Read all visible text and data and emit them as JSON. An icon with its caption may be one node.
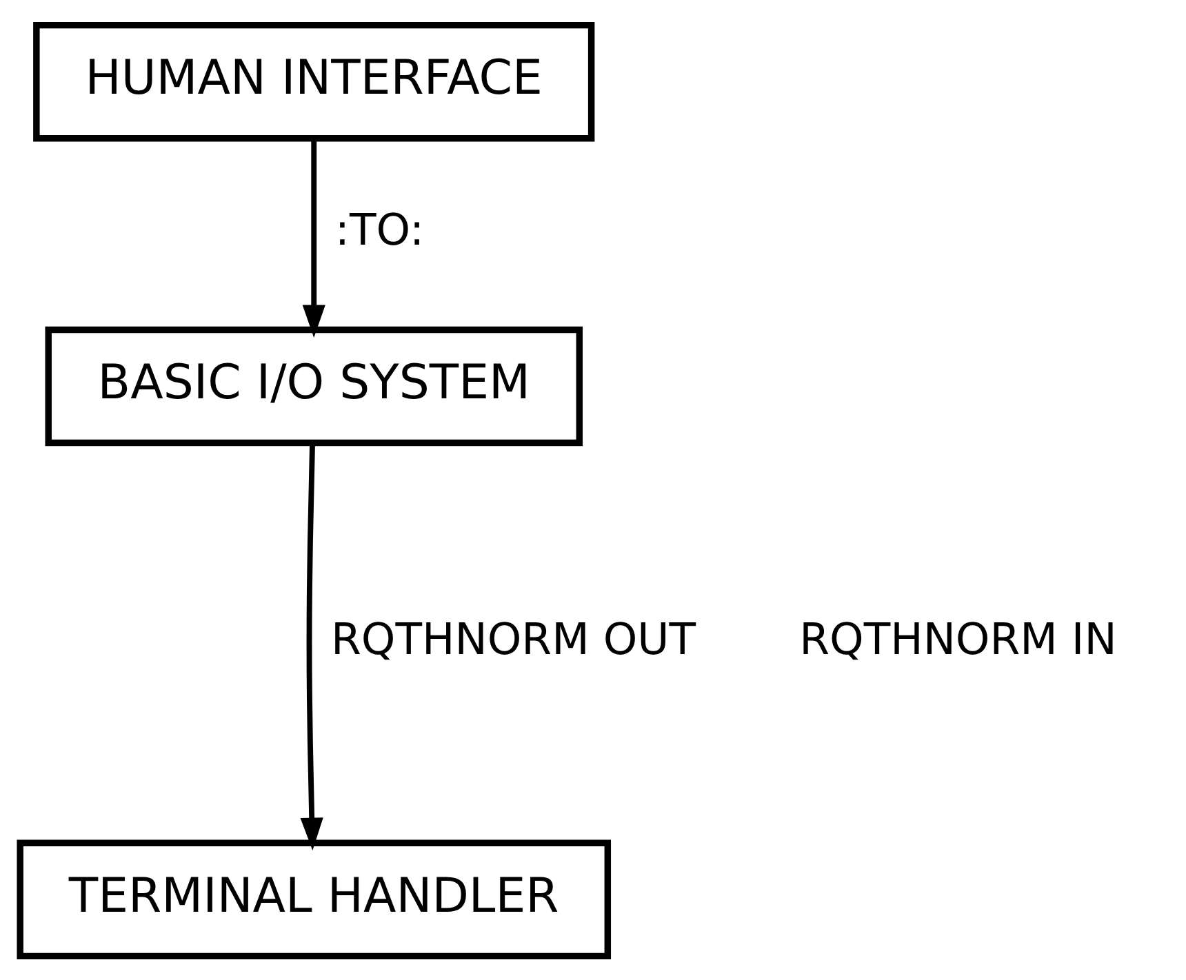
{
  "diagram": {
    "nodes": [
      {
        "text": [
          "HUMAN INTERFACE"
        ]
      },
      {
        "text": [
          "BASIC I/O SYSTEM"
        ]
      },
      {
        "text": [
          "TERMINAL HANDLER"
        ]
      }
    ],
    "edges": [
      {
        "from": 0,
        "to": 1,
        "arrow": "to",
        "label": ":TO:"
      },
      {
        "from": 1,
        "to": 2,
        "arrow": "to",
        "label": "RQTHNORM OUT"
      }
    ],
    "labels": [
      "RQTHNORM IN"
    ]
  }
}
